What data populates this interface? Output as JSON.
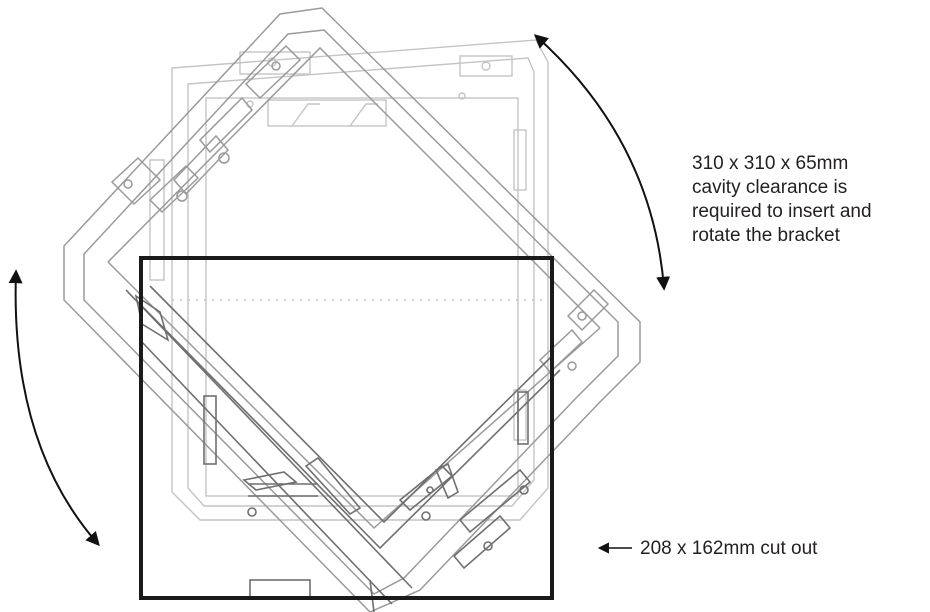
{
  "notes": {
    "clearance_lines": [
      "310 x 310 x 65mm",
      "cavity clearance is",
      "required to insert and",
      "rotate the bracket"
    ],
    "cutout": "208 x 162mm cut out"
  },
  "colors": {
    "cutout_outline": "#1a1a1a",
    "bracket_faint": "#c4c4c4",
    "bracket_mid": "#9a9a9a",
    "bracket_dark": "#6f6f6f",
    "text": "#231f20"
  }
}
